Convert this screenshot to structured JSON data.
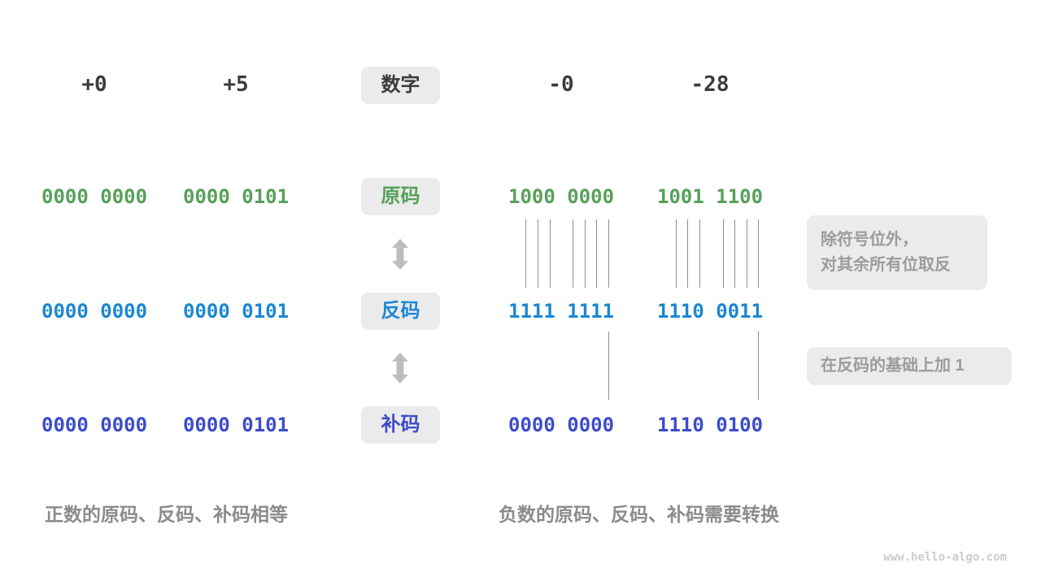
{
  "headers": {
    "values": [
      "+0",
      "+5",
      "-0",
      "-28"
    ],
    "center_label": "数字"
  },
  "rows": [
    {
      "name": "sign-magnitude",
      "label": "原码",
      "color": "#57A05A",
      "values": [
        "0000 0000",
        "0000 0101",
        "1000 0000",
        "1001 1100"
      ]
    },
    {
      "name": "ones-complement",
      "label": "反码",
      "color": "#1B87D2",
      "values": [
        "0000 0000",
        "0000 0101",
        "1111 1111",
        "1110 0011"
      ]
    },
    {
      "name": "twos-complement",
      "label": "补码",
      "color": "#3C4CC8",
      "values": [
        "0000 0000",
        "0000 0101",
        "0000 0000",
        "1110 0100"
      ]
    }
  ],
  "annotations": {
    "invert_line1": "除符号位外，",
    "invert_line2": "对其余所有位取反",
    "add_one": "在反码的基础上加 1"
  },
  "captions": {
    "positive": "正数的原码、反码、补码相等",
    "negative": "负数的原码、反码、补码需要转换"
  },
  "watermark": "www.hello-algo.com",
  "colors": {
    "header_text": "#3B3B3B",
    "green": "#57A05A",
    "blue": "#1B87D2",
    "indigo": "#3C4CC8",
    "box_bg": "#EBEBEB",
    "note_text": "#9C9C9C",
    "caption_text": "#8B8B8B",
    "arrow": "#BDBDBD",
    "connector_line": "#8F8F8F",
    "watermark": "#CCCCCC"
  }
}
